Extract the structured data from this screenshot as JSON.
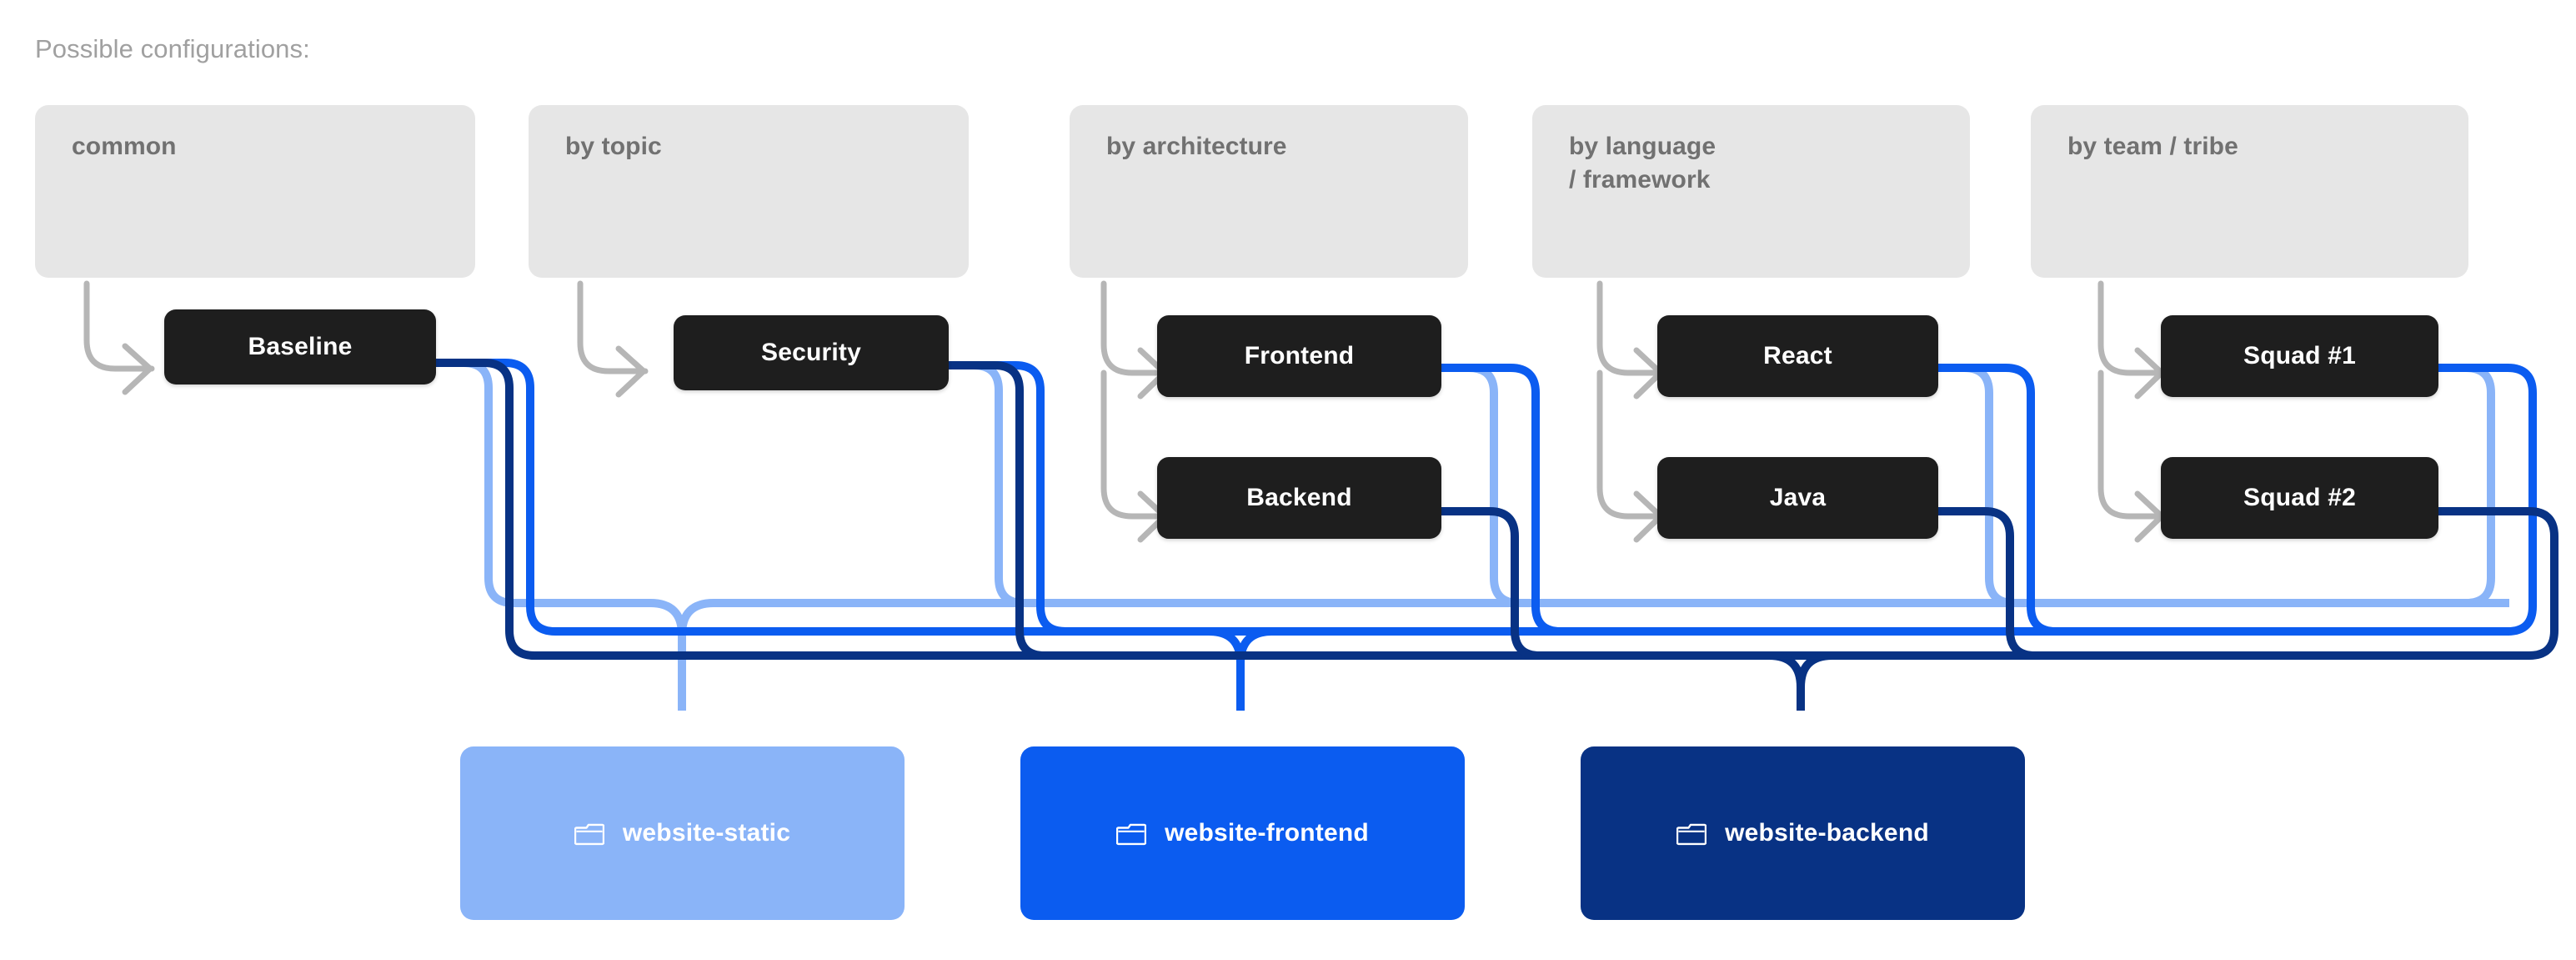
{
  "caption": "Possible configurations:",
  "colors": {
    "card_bg": "#e6e6e6",
    "card_text": "#717171",
    "node_bg": "#1e1e1e",
    "node_text": "#ffffff",
    "caption_text": "#a0a0a0",
    "grey_arrow": "#b6b6b6",
    "wire_light": "#8ab4f8",
    "wire_mid": "#0b5cf0",
    "wire_dark": "#083284",
    "repo_static_bg": "#8ab4f8",
    "repo_frontend_bg": "#0b5cf0",
    "repo_backend_bg": "#083284"
  },
  "config_cards": [
    {
      "label": "common"
    },
    {
      "label": "by topic"
    },
    {
      "label": "by architecture"
    },
    {
      "label": "by language\n/ framework"
    },
    {
      "label": "by team / tribe"
    }
  ],
  "nodes": [
    {
      "label": "Baseline",
      "group": "common",
      "targets": [
        "website-static",
        "website-frontend",
        "website-backend"
      ]
    },
    {
      "label": "Security",
      "group": "by topic",
      "targets": [
        "website-static",
        "website-frontend",
        "website-backend"
      ]
    },
    {
      "label": "Frontend",
      "group": "by architecture",
      "targets": [
        "website-static",
        "website-frontend"
      ]
    },
    {
      "label": "Backend",
      "group": "by architecture",
      "targets": [
        "website-backend"
      ]
    },
    {
      "label": "React",
      "group": "by language / framework",
      "targets": [
        "website-static",
        "website-frontend"
      ]
    },
    {
      "label": "Java",
      "group": "by language / framework",
      "targets": [
        "website-backend"
      ]
    },
    {
      "label": "Squad #1",
      "group": "by team / tribe",
      "targets": [
        "website-static",
        "website-frontend"
      ]
    },
    {
      "label": "Squad #2",
      "group": "by team / tribe",
      "targets": [
        "website-backend"
      ]
    }
  ],
  "repos": [
    {
      "label": "website-static",
      "icon": "folder-icon",
      "color": "#8ab4f8"
    },
    {
      "label": "website-frontend",
      "icon": "folder-icon",
      "color": "#0b5cf0"
    },
    {
      "label": "website-backend",
      "icon": "folder-icon",
      "color": "#083284"
    }
  ]
}
